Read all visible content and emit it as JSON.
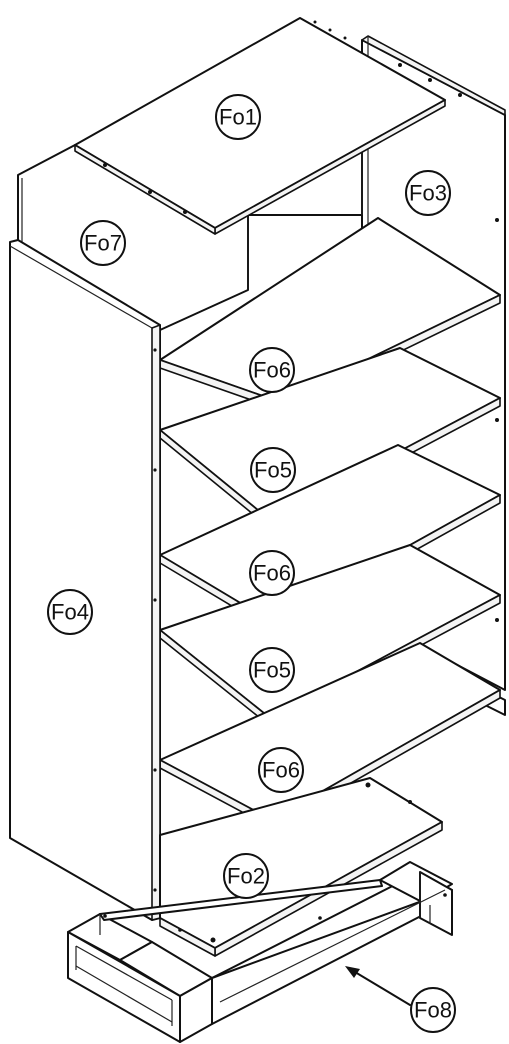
{
  "labels": {
    "fo1": "Fo1",
    "fo2": "Fo2",
    "fo3": "Fo3",
    "fo4": "Fo4",
    "fo5_upper": "Fo5",
    "fo5_lower": "Fo5",
    "fo6_top": "Fo6",
    "fo6_middle": "Fo6",
    "fo6_bottom": "Fo6",
    "fo7": "Fo7",
    "fo8": "Fo8"
  }
}
